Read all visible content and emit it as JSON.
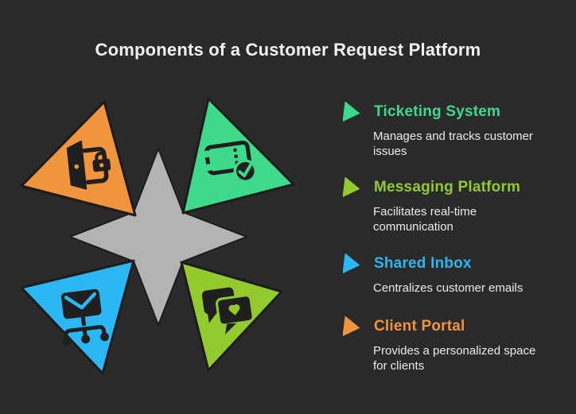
{
  "title": "Components of a Customer Request Platform",
  "colors": {
    "background": "#2a2a2a",
    "center_star": "#b3b3b3",
    "icon_dark": "#1f1f1f",
    "outline": "#1c1c1c",
    "title_text": "#f2f2f2",
    "description_text": "#ebebeb"
  },
  "diagram": {
    "center_shape": "four-point-star",
    "segments": [
      {
        "label": "Client Portal",
        "position": "top-left",
        "color": "#f0943d",
        "icon": "door-lock-icon"
      },
      {
        "label": "Ticketing System",
        "position": "top-right",
        "color": "#3ed98a",
        "icon": "ticket-check-icon"
      },
      {
        "label": "Shared Inbox",
        "position": "bottom-left",
        "color": "#2ab7f4",
        "icon": "inbox-distribution-icon"
      },
      {
        "label": "Messaging Platform",
        "position": "bottom-right",
        "color": "#93cb2f",
        "icon": "chat-heart-icon"
      }
    ]
  },
  "legend": {
    "arrow_icon": "play-arrow-icon",
    "items": [
      {
        "title": "Ticketing System",
        "description": "Manages and tracks customer issues",
        "color": "#3ed98a"
      },
      {
        "title": "Messaging Platform",
        "description": "Facilitates real-time communication",
        "color": "#93cb2f"
      },
      {
        "title": "Shared Inbox",
        "description": "Centralizes customer emails",
        "color": "#2ab7f4"
      },
      {
        "title": "Client Portal",
        "description": "Provides a personalized space for clients",
        "color": "#f0943d"
      }
    ]
  }
}
